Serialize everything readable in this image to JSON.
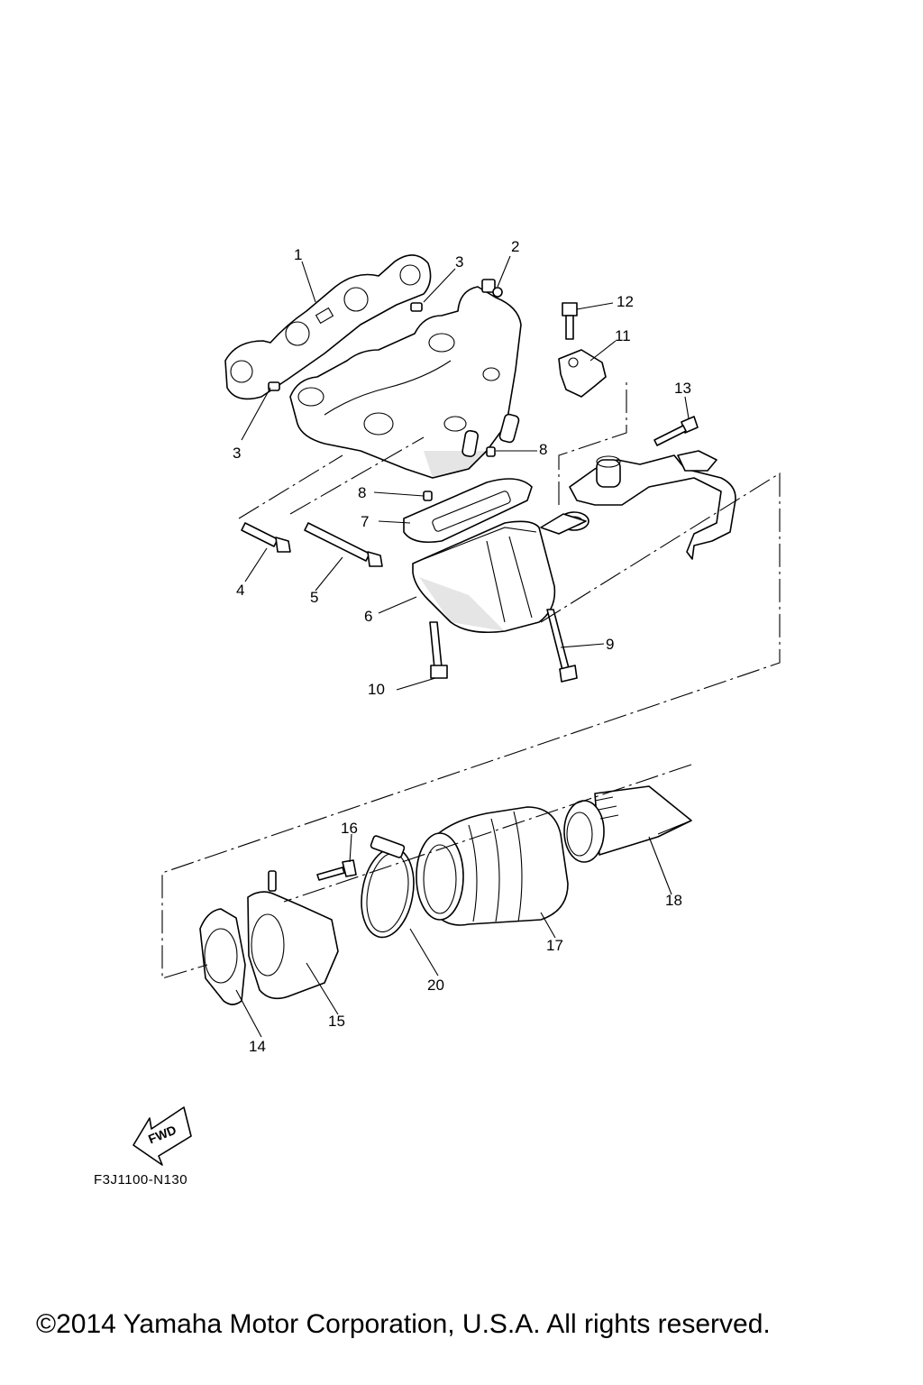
{
  "callouts": [
    {
      "id": "1",
      "text": "1"
    },
    {
      "id": "2",
      "text": "2"
    },
    {
      "id": "3a",
      "text": "3"
    },
    {
      "id": "3b",
      "text": "3"
    },
    {
      "id": "4",
      "text": "4"
    },
    {
      "id": "5",
      "text": "5"
    },
    {
      "id": "6",
      "text": "6"
    },
    {
      "id": "7",
      "text": "7"
    },
    {
      "id": "8a",
      "text": "8"
    },
    {
      "id": "8b",
      "text": "8"
    },
    {
      "id": "9",
      "text": "9"
    },
    {
      "id": "10",
      "text": "10"
    },
    {
      "id": "11",
      "text": "11"
    },
    {
      "id": "12",
      "text": "12"
    },
    {
      "id": "13",
      "text": "13"
    },
    {
      "id": "14",
      "text": "14"
    },
    {
      "id": "15",
      "text": "15"
    },
    {
      "id": "16",
      "text": "16"
    },
    {
      "id": "17",
      "text": "17"
    },
    {
      "id": "18",
      "text": "18"
    },
    {
      "id": "20",
      "text": "20"
    }
  ],
  "fwd_label": "FWD",
  "diagram_code": "F3J1100-N130",
  "copyright": "©2014 Yamaha Motor Corporation, U.S.A. All rights reserved."
}
